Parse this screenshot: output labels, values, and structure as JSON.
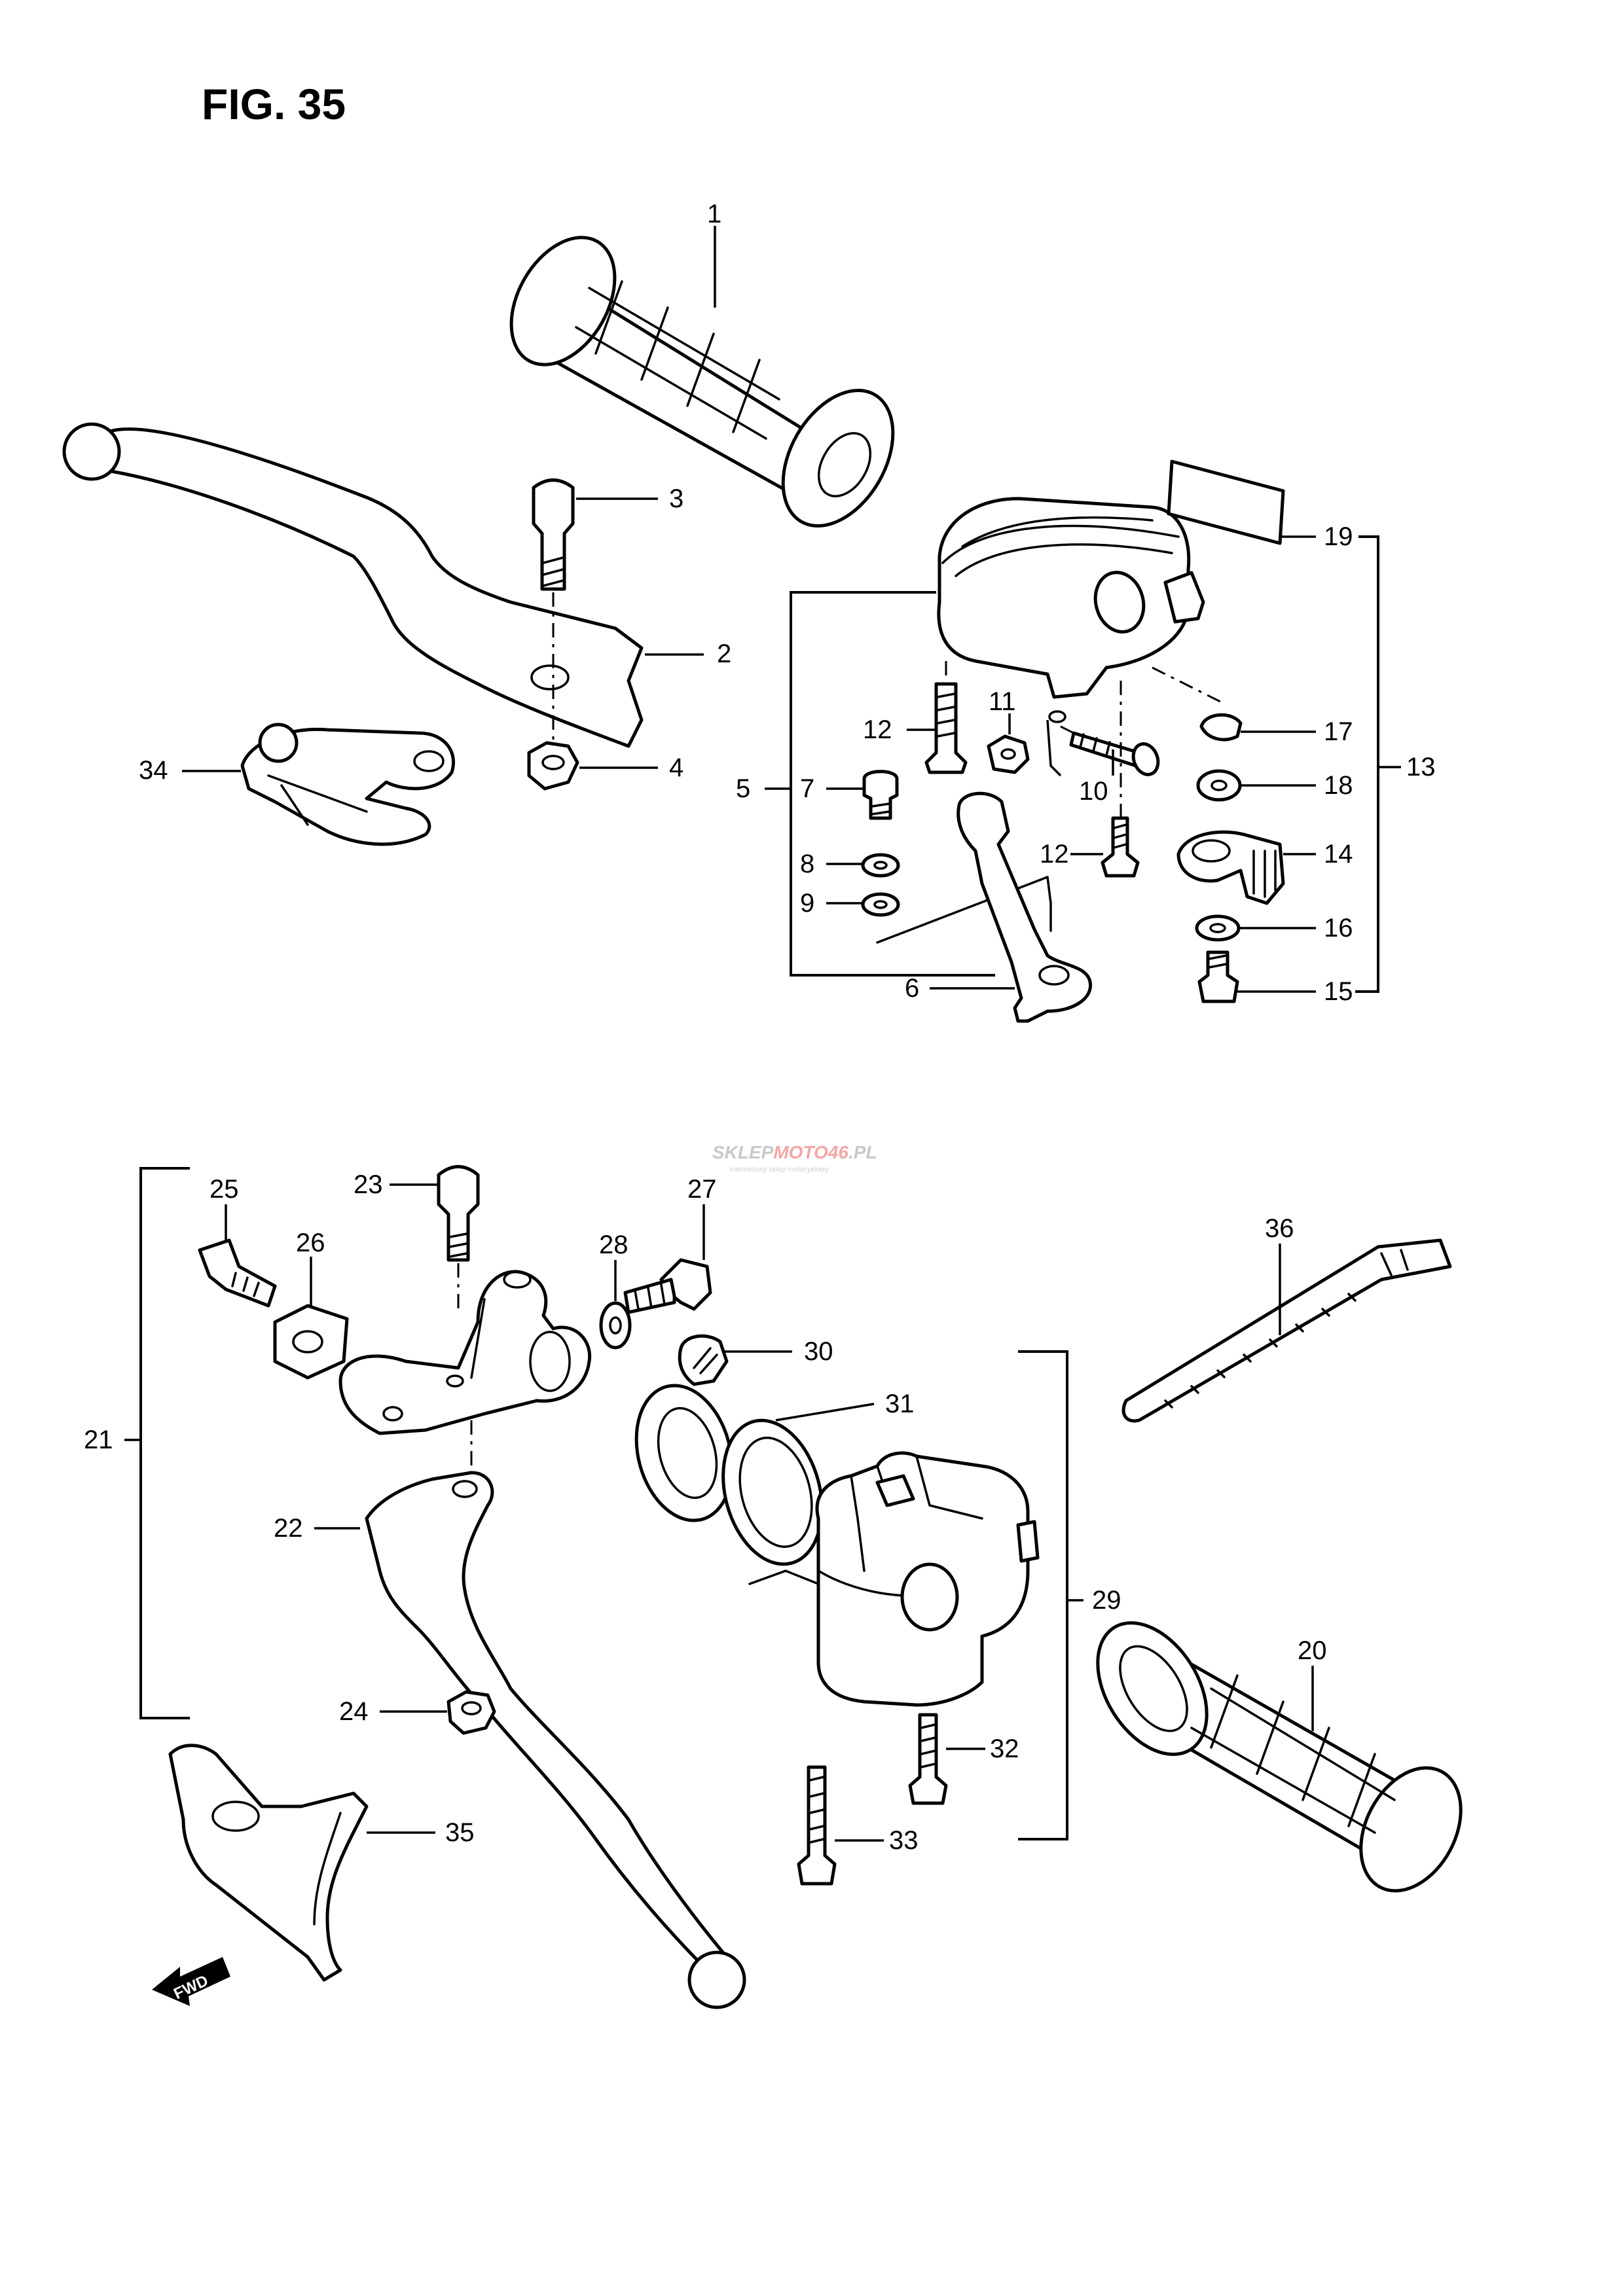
{
  "figure": {
    "title": "FIG. 35"
  },
  "watermark": {
    "brand_prefix": "SKLEP",
    "brand_mid": "MOTO",
    "brand_num": "46",
    "brand_suffix": ".PL",
    "tagline": "internetowy sklep motocyklowy"
  },
  "fwd_label": "FWD",
  "callouts": {
    "c1": "1",
    "c2": "2",
    "c3": "3",
    "c4": "4",
    "c5": "5",
    "c6": "6",
    "c7": "7",
    "c8": "8",
    "c9": "9",
    "c10": "10",
    "c11": "11",
    "c12a": "12",
    "c12b": "12",
    "c13": "13",
    "c14": "14",
    "c15": "15",
    "c16": "16",
    "c17": "17",
    "c18": "18",
    "c19": "19",
    "c20": "20",
    "c21": "21",
    "c22": "22",
    "c23": "23",
    "c24": "24",
    "c25": "25",
    "c26": "26",
    "c27": "27",
    "c28": "28",
    "c29": "29",
    "c30": "30",
    "c31": "31",
    "c32": "32",
    "c33": "33",
    "c34": "34",
    "c35": "35",
    "c36": "36"
  }
}
